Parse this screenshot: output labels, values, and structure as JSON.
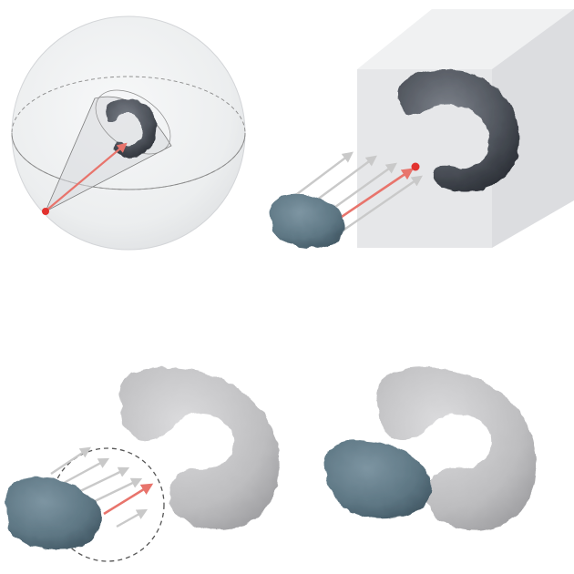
{
  "figure": {
    "panels": [
      {
        "id": "sphere-view-cone"
      },
      {
        "id": "box-translational-scan"
      },
      {
        "id": "pre-docking-approach"
      },
      {
        "id": "docked-complex"
      }
    ],
    "colors": {
      "receptor_dark": "#50545c",
      "receptor_light": "#b9b9bb",
      "ligand": "#5d7683",
      "ligand_dark": "#3f5561",
      "highlight_arrow": "#e8746c",
      "guide_arrow": "#c9c9c9",
      "marker_dot": "#e2322f",
      "sphere_fill": "#e9ebed",
      "box_fill": "#e4e5e7",
      "dashed_circle": "#555555"
    },
    "icons": {
      "ligand": "ligand-blob-icon",
      "receptor": "receptor-ring-icon",
      "arrow": "arrow-icon",
      "marker": "marker-dot-icon"
    }
  }
}
